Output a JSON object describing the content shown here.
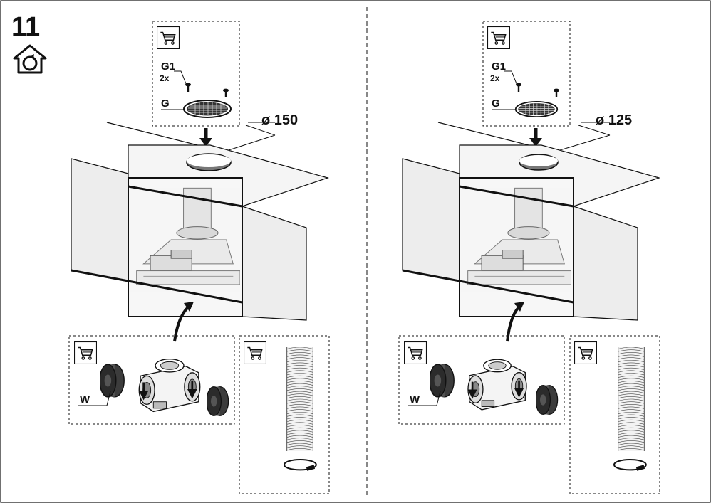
{
  "step": {
    "number": "11"
  },
  "left_panel": {
    "part_label_screw": "G1",
    "quantity": "2x",
    "part_label_grille": "G",
    "diameter_label": "ø 150",
    "wheel_label": "W"
  },
  "right_panel": {
    "part_label_screw": "G1",
    "quantity": "2x",
    "part_label_grille": "G",
    "diameter_label": "ø 125",
    "wheel_label": "W"
  },
  "icons": {
    "recirculation": "house-recirculation-icon",
    "accessory": "shopping-cart-icon"
  },
  "colors": {
    "line": "#1a1a1a",
    "wall": "#ececec",
    "dark": "#3a3a3a"
  }
}
